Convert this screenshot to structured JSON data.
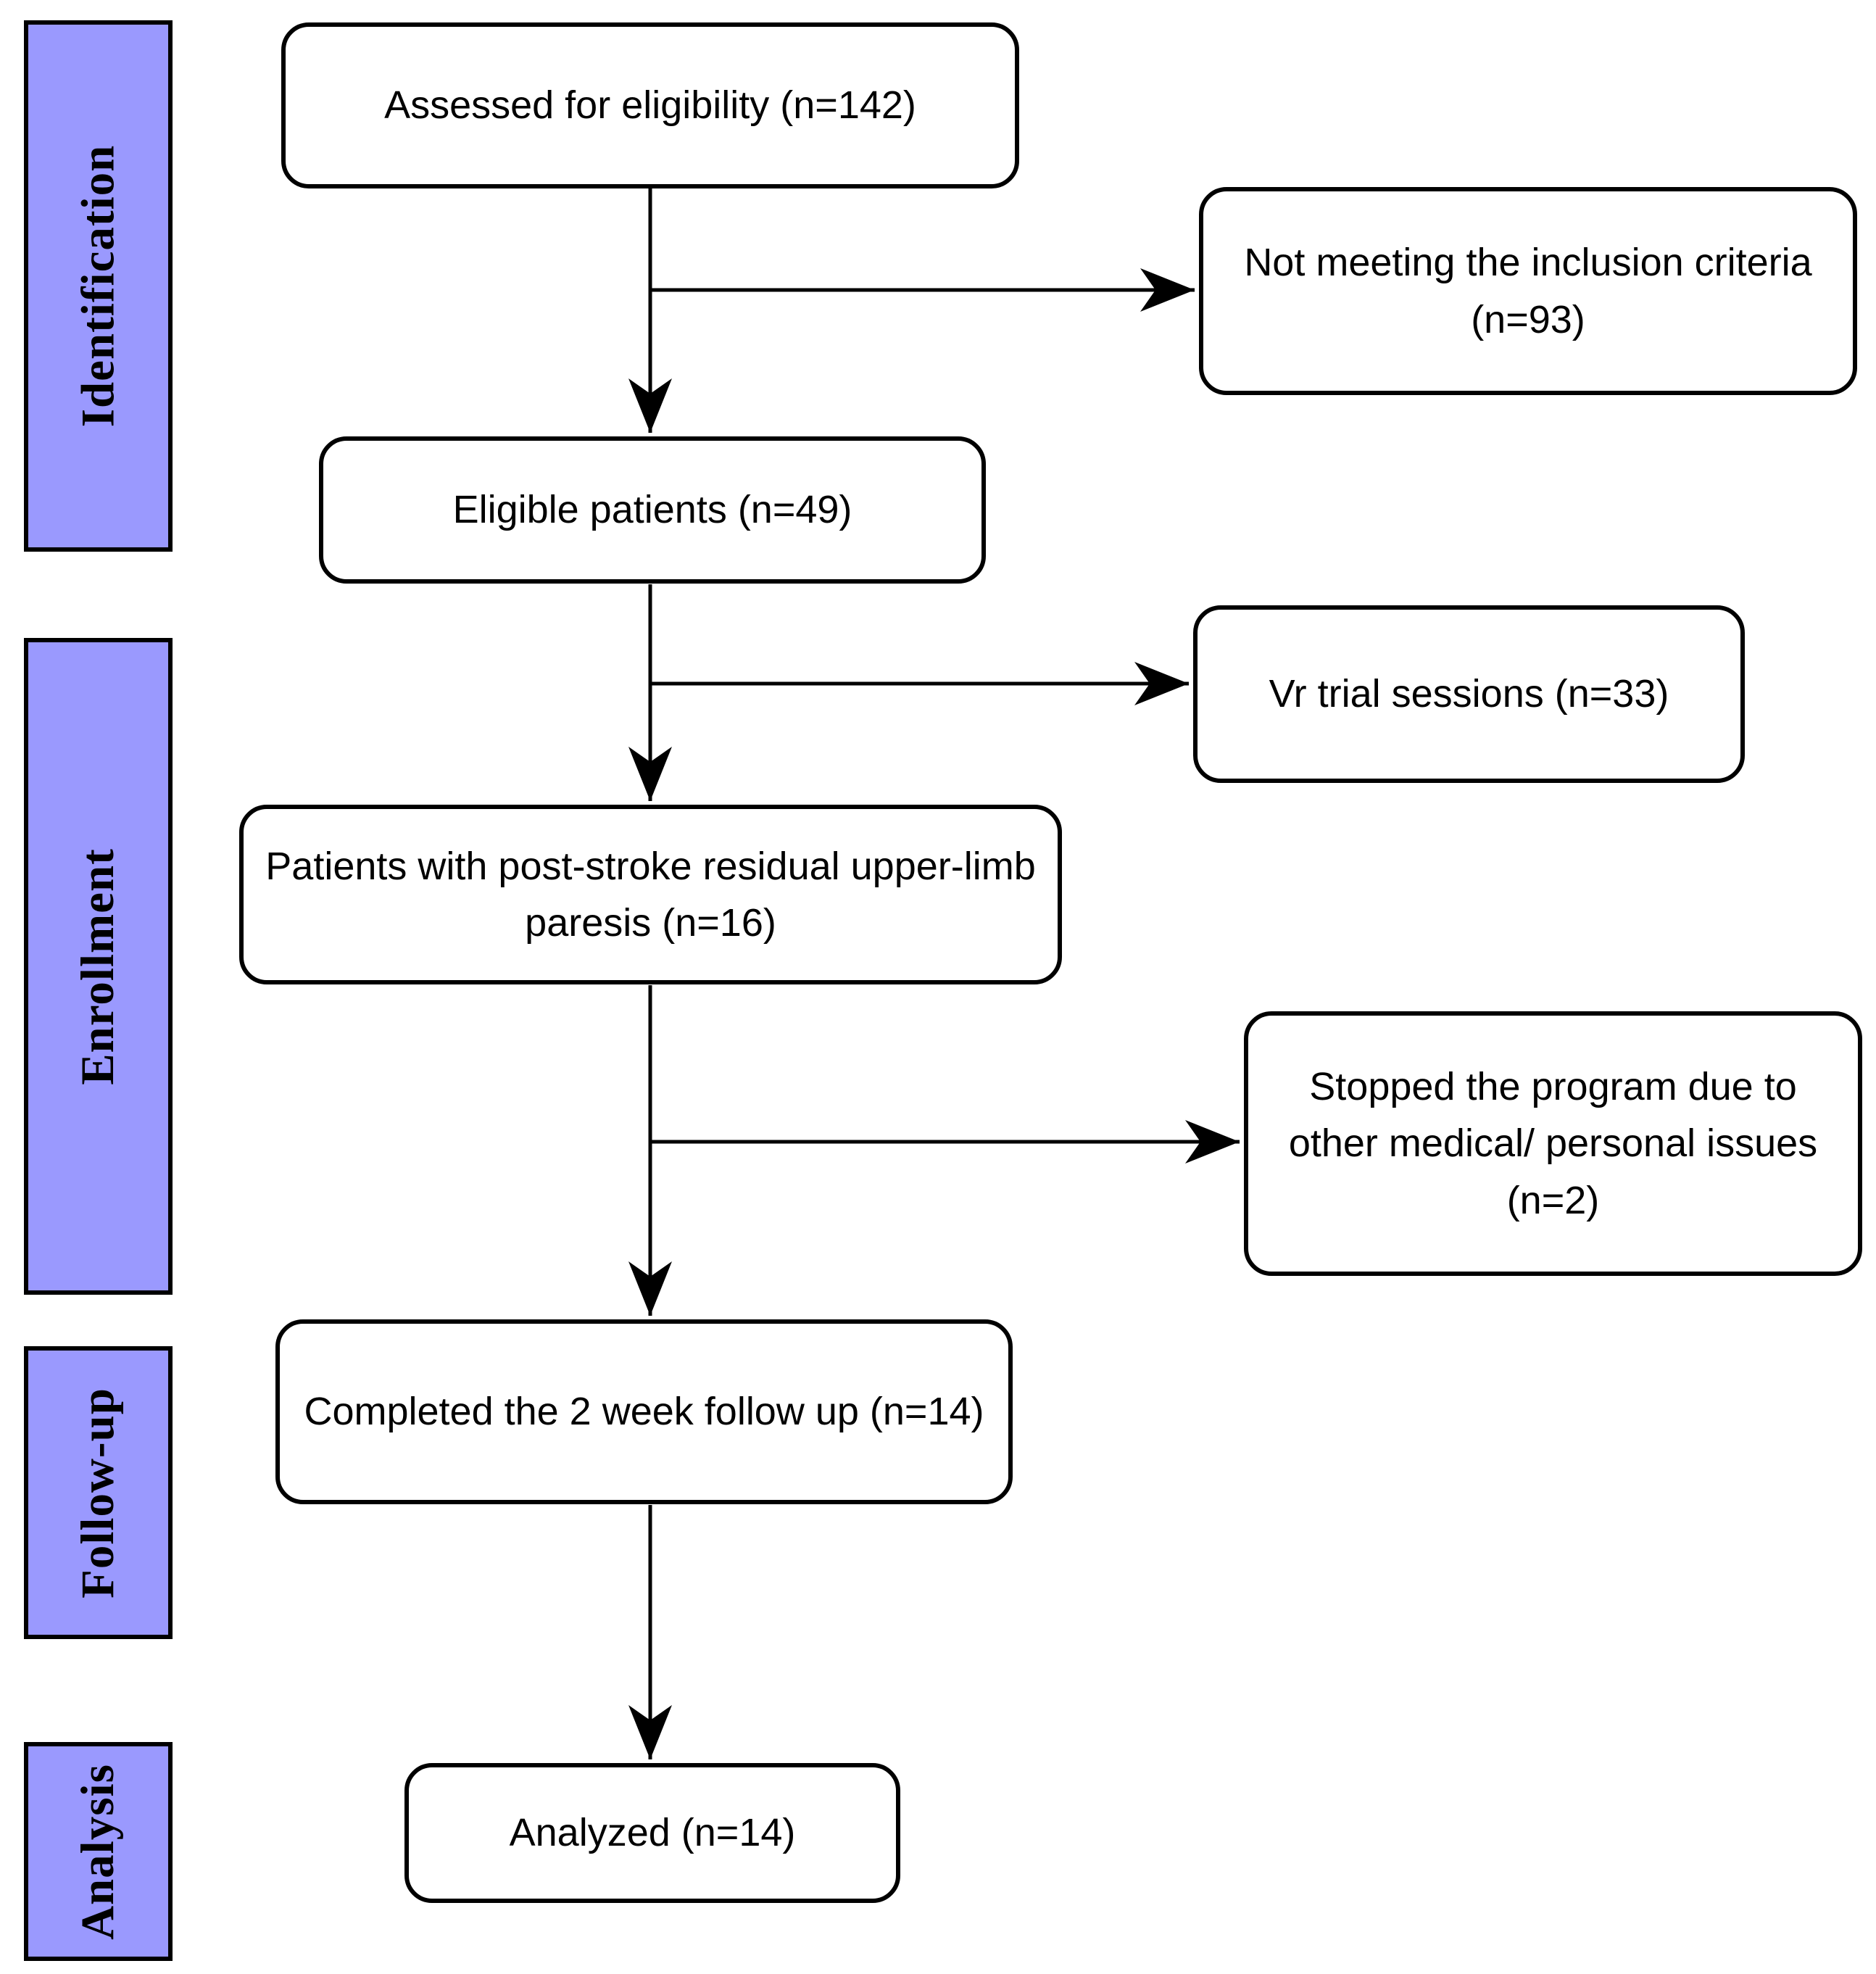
{
  "diagram": {
    "stages": [
      {
        "label": "Identification"
      },
      {
        "label": "Enrollment"
      },
      {
        "label": "Follow-up"
      },
      {
        "label": "Analysis"
      }
    ],
    "boxes": {
      "assessed": "Assessed for eligibility (n=142)",
      "not_meeting": "Not meeting the inclusion criteria (n=93)",
      "eligible": "Eligible patients (n=49)",
      "vr_trial": "Vr trial sessions (n=33)",
      "patients": "Patients with post-stroke residual upper-limb paresis (n=16)",
      "stopped": "Stopped the program due to other medical/ personal issues (n=2)",
      "completed": "Completed the 2 week follow up (n=14)",
      "analyzed": "Analyzed (n=14)"
    },
    "counts": {
      "assessed": 142,
      "not_meeting": 93,
      "eligible": 49,
      "vr_trial": 33,
      "enrolled": 16,
      "stopped": 2,
      "followed_up": 14,
      "analyzed": 14
    },
    "colors": {
      "stage_fill": "#9a99fe",
      "stage_border": "#000000",
      "box_fill": "#ffffff",
      "box_border": "#000000",
      "arrow": "#000000",
      "background": "#ffffff"
    }
  }
}
